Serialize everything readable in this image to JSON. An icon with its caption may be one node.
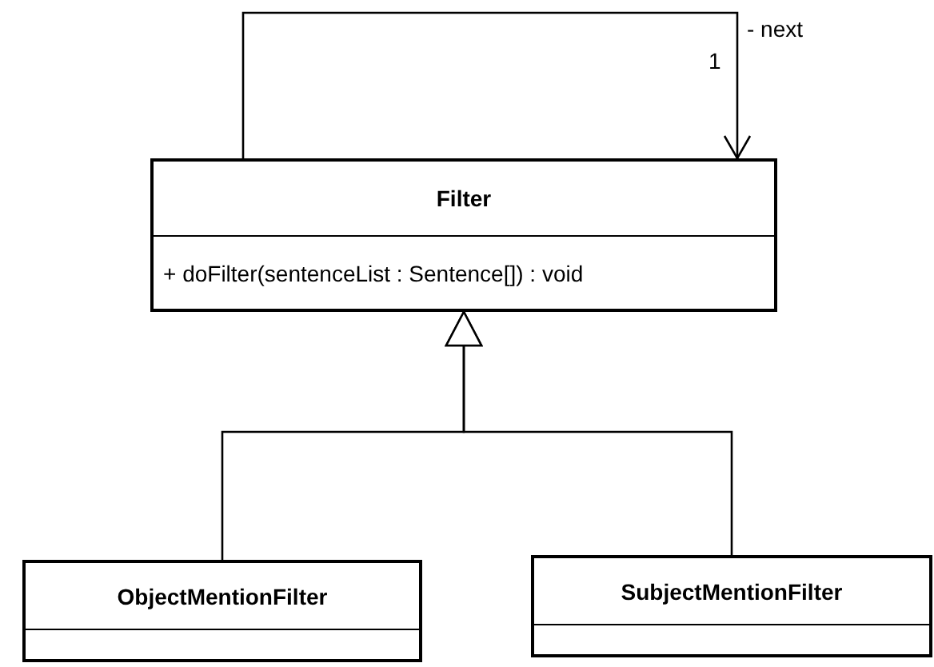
{
  "diagram": {
    "nodes": [
      {
        "text": [
          "Filter",
          "+ doFilter(sentenceList : Sentence[]) : void"
        ]
      },
      {
        "text": [
          "ObjectMentionFilter"
        ]
      },
      {
        "text": [
          "SubjectMentionFilter"
        ]
      }
    ],
    "edges": [
      {
        "from": 0,
        "to": 0,
        "arrow": "to",
        "label": "- next"
      },
      {
        "from": 1,
        "to": 0,
        "arrow": "to"
      },
      {
        "from": 2,
        "to": 0,
        "arrow": "to"
      }
    ],
    "labels": [
      "1"
    ]
  }
}
